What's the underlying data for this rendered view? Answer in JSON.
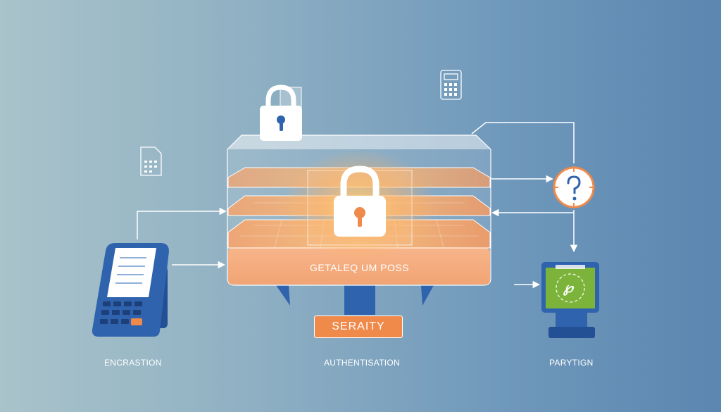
{
  "colors": {
    "accent_orange": "#f08a4b",
    "device_blue": "#2f63ad",
    "screen_green": "#7bb33b",
    "line_white": "#ffffff"
  },
  "labels": {
    "left": "ENCRASTION",
    "center": "AUTHENTISATION",
    "right": "PARYTIGN"
  },
  "core": {
    "text": "GETALEQ UM POSS",
    "badge": "SERAITY"
  },
  "terminal": {
    "screen_text": "℘"
  },
  "icons": [
    "lock-icon-top",
    "lock-icon-center",
    "document-icon-left",
    "calculator-icon-top",
    "question-icon",
    "pos-terminal-icon",
    "payment-screen-icon"
  ]
}
